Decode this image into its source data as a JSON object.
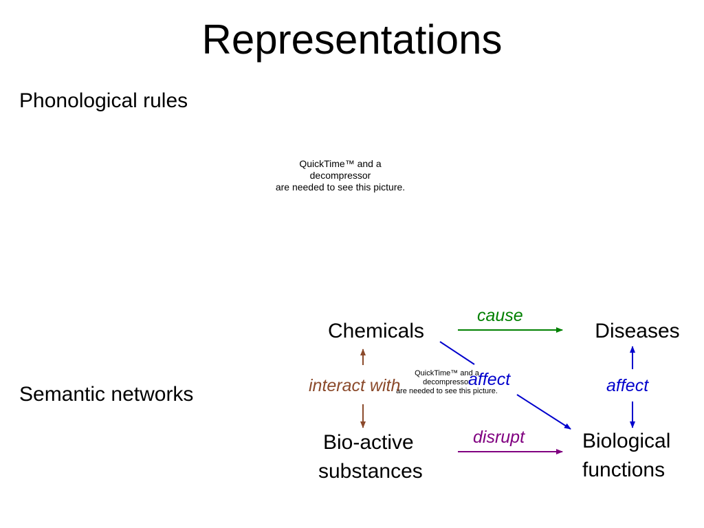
{
  "title": "Representations",
  "sections": {
    "phonological": "Phonological rules",
    "semantic": "Semantic networks"
  },
  "placeholders": {
    "top": [
      "QuickTime™ and a",
      "decompressor",
      "are needed to see this picture."
    ],
    "bottom": [
      "QuickTime™ and a",
      "decompressor",
      "are needed to see this picture."
    ]
  },
  "nodes": {
    "chemicals": "Chemicals",
    "diseases": "Diseases",
    "bioactive": [
      "Bio-active",
      "substances"
    ],
    "biological": [
      "Biological",
      "functions"
    ]
  },
  "edges": {
    "cause": {
      "label": "cause",
      "color": "#008000"
    },
    "interact_with": {
      "label": "interact with",
      "color": "#8b4a2b"
    },
    "affect_center": {
      "label": "affect",
      "color": "#0000cc"
    },
    "affect_right": {
      "label": "affect",
      "color": "#0000cc"
    },
    "disrupt": {
      "label": "disrupt",
      "color": "#800080"
    }
  }
}
